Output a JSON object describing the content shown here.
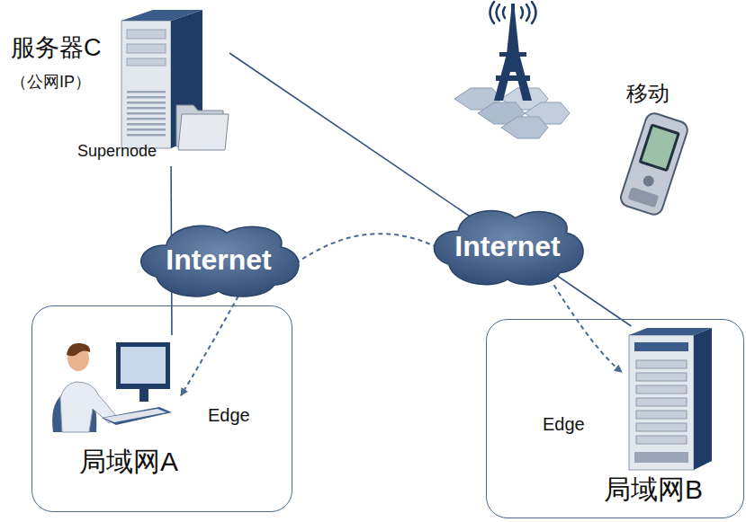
{
  "diagram": {
    "nodes": [
      {
        "text": [
          "服务器C",
          "（公网IP）",
          "Supernode"
        ]
      },
      {
        "text": [
          "Internet"
        ]
      },
      {
        "text": [
          "Internet"
        ]
      },
      {
        "text": [
          "局域网A"
        ]
      },
      {
        "text": [
          "Edge"
        ],
        "in": 3
      },
      {
        "text": [
          "局域网B"
        ]
      },
      {
        "text": [
          "Edge"
        ],
        "in": 5
      },
      {
        "text": [
          "移动"
        ]
      }
    ],
    "edges": [
      {
        "from": 0,
        "to": 4,
        "arrow": "none"
      },
      {
        "from": 0,
        "to": 6,
        "arrow": "none"
      },
      {
        "from": 1,
        "to": 2,
        "arrow": "none"
      },
      {
        "from": 1,
        "to": 4,
        "arrow": "to"
      },
      {
        "from": 2,
        "to": 6,
        "arrow": "to"
      }
    ]
  }
}
